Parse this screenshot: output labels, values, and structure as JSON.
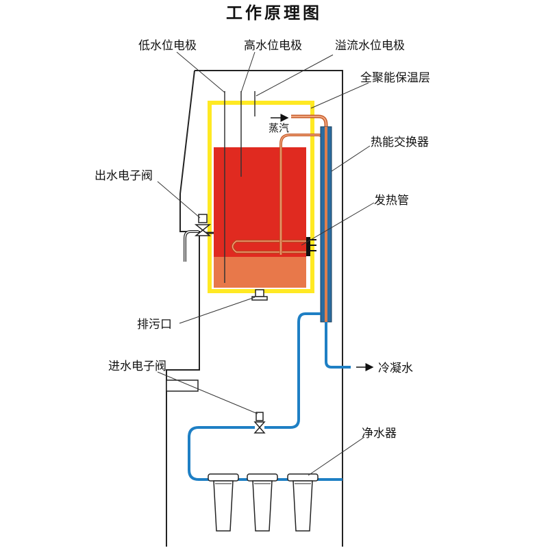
{
  "title": "工作原理图",
  "labels": {
    "low_electrode": "低水位电极",
    "high_electrode": "高水位电极",
    "overflow_electrode": "溢流水位电极",
    "insulation": "全聚能保温层",
    "steam": "蒸汽",
    "heat_exchanger": "热能交换器",
    "heating_tube": "发热管",
    "outlet_valve": "出水电子阀",
    "drain": "排污口",
    "condensate": "冷凝水",
    "inlet_valve": "进水电子阀",
    "purifier": "净水器"
  },
  "colors": {
    "insulation": "#ffe923",
    "hot_water": "#e02a20",
    "warm_water": "#e8784a",
    "copper_pipe": "#e07e4c",
    "water_pipe": "#1e7fc4",
    "exchanger_core": "#2b6ca0"
  }
}
